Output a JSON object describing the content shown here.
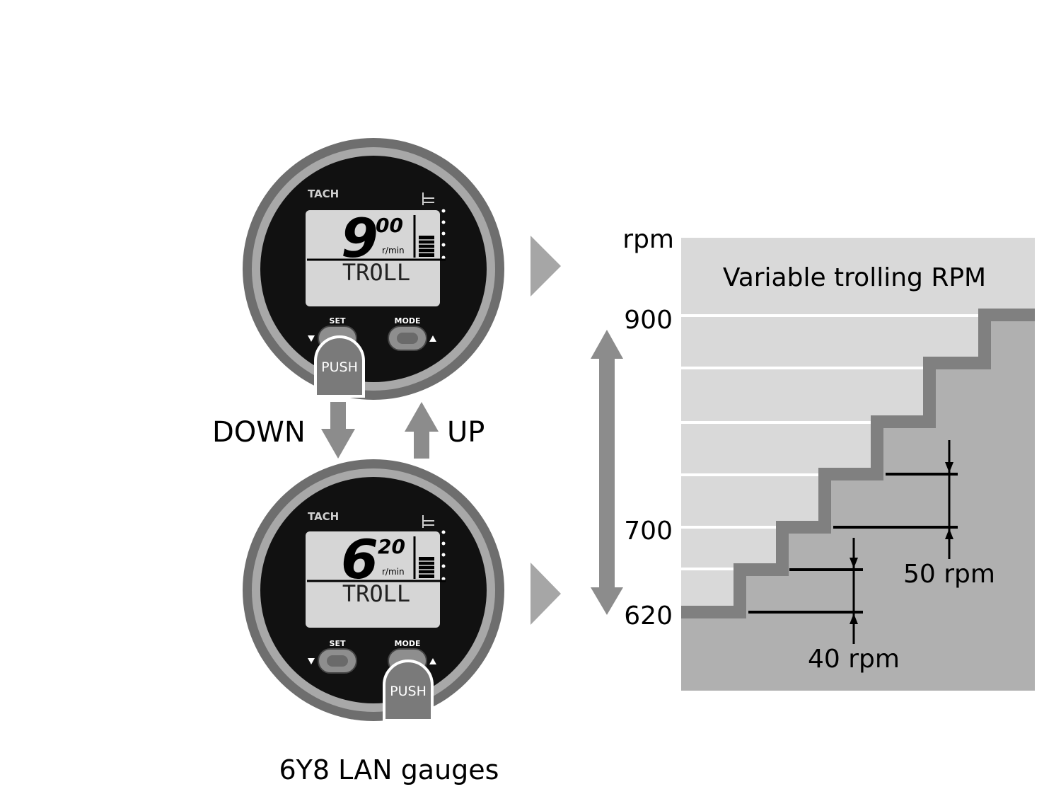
{
  "gauges": {
    "caption": "6Y8 LAN gauges",
    "top": {
      "brand": "TACH",
      "rpm_big": "9",
      "rpm_small": "00",
      "unit": "r/min",
      "mode_text": "TROLL",
      "set_label": "SET",
      "mode_label": "MODE",
      "push_label": "PUSH",
      "pressed": "set"
    },
    "bottom": {
      "brand": "TACH",
      "rpm_big": "6",
      "rpm_small": "20",
      "unit": "r/min",
      "mode_text": "TROLL",
      "set_label": "SET",
      "mode_label": "MODE",
      "push_label": "PUSH",
      "pressed": "mode"
    }
  },
  "controls": {
    "down_label": "DOWN",
    "up_label": "UP"
  },
  "chart": {
    "title": "Variable trolling RPM",
    "unit_label": "rpm",
    "tick_900": "900",
    "tick_700": "700",
    "tick_620": "620",
    "step_a_label": "40 rpm",
    "step_b_label": "50 rpm"
  },
  "chart_data": {
    "type": "diagram",
    "title": "Variable trolling RPM",
    "ylabel": "rpm",
    "ticks": [
      900,
      700,
      620
    ],
    "steps_rpm": [
      620,
      660,
      700,
      750,
      800,
      850,
      900
    ],
    "step_annotations": [
      "40 rpm",
      "50 rpm"
    ]
  },
  "colors": {
    "bezel_outer": "#6e6e6e",
    "bezel_face": "#111111",
    "lcd": "#d6d6d6",
    "panel_light": "#d9d9d9",
    "panel_dark": "#b0b0b0",
    "stair": "#808080",
    "arrow_gray": "#8c8c8c"
  }
}
